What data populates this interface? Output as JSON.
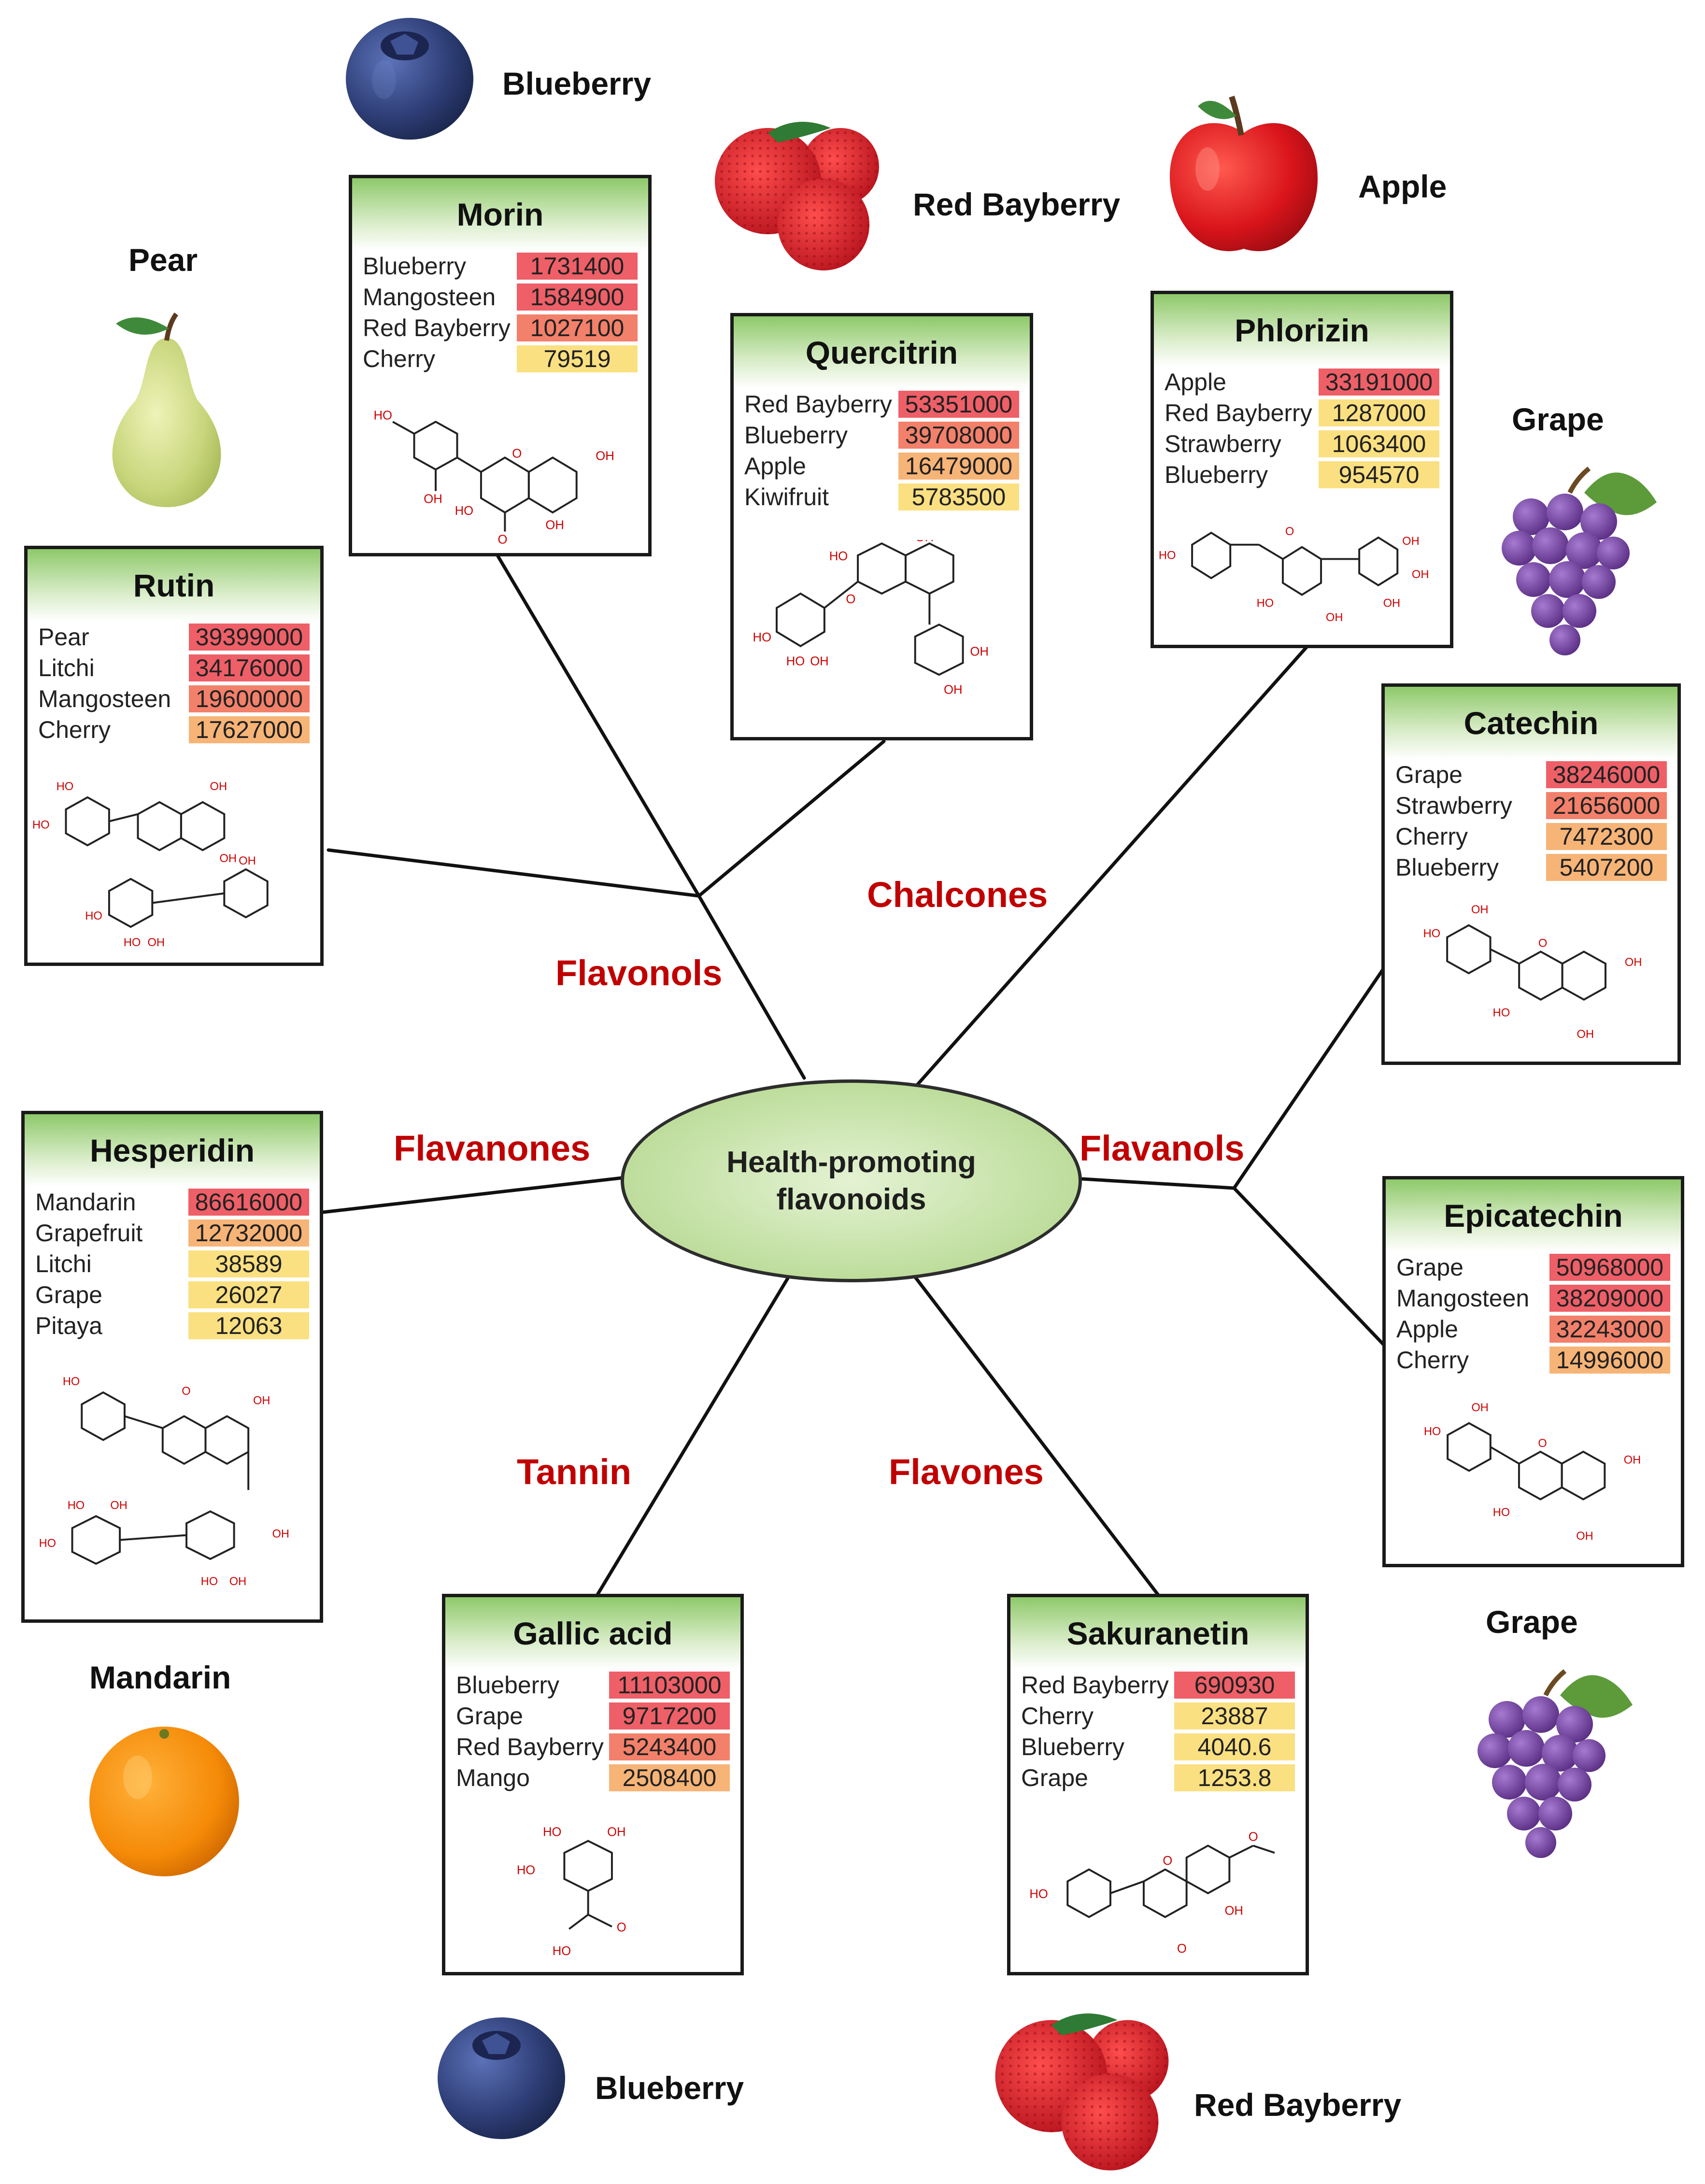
{
  "center_label": {
    "line1": "Health-promoting",
    "line2": "flavonoids"
  },
  "classes": {
    "flavonols": "Flavonols",
    "chalcones": "Chalcones",
    "flavanones": "Flavanones",
    "flavanols": "Flavanols",
    "tannin": "Tannin",
    "flavones": "Flavones"
  },
  "fruit_labels": {
    "blueberry_top": "Blueberry",
    "red_bayberry_top": "Red Bayberry",
    "apple": "Apple",
    "pear": "Pear",
    "grape_top": "Grape",
    "grape_bottom": "Grape",
    "mandarin": "Mandarin",
    "blueberry_bottom": "Blueberry",
    "red_bayberry_bottom": "Red Bayberry"
  },
  "value_colors": {
    "high": "#ee5f67",
    "mid_high": "#f3806a",
    "mid": "#f7b477",
    "low": "#fbe081"
  },
  "compounds": {
    "morin": {
      "title": "Morin",
      "rows": [
        {
          "name": "Blueberry",
          "value": "1731400",
          "level": "high"
        },
        {
          "name": "Mangosteen",
          "value": "1584900",
          "level": "high"
        },
        {
          "name": "Red Bayberry",
          "value": "1027100",
          "level": "mid_high"
        },
        {
          "name": "Cherry",
          "value": "79519",
          "level": "low"
        }
      ]
    },
    "quercitrin": {
      "title": "Quercitrin",
      "rows": [
        {
          "name": "Red Bayberry",
          "value": "53351000",
          "level": "high"
        },
        {
          "name": "Blueberry",
          "value": "39708000",
          "level": "mid_high"
        },
        {
          "name": "Apple",
          "value": "16479000",
          "level": "mid"
        },
        {
          "name": "Kiwifruit",
          "value": "5783500",
          "level": "low"
        }
      ]
    },
    "phlorizin": {
      "title": "Phlorizin",
      "rows": [
        {
          "name": "Apple",
          "value": "33191000",
          "level": "high"
        },
        {
          "name": "Red Bayberry",
          "value": "1287000",
          "level": "low"
        },
        {
          "name": "Strawberry",
          "value": "1063400",
          "level": "low"
        },
        {
          "name": "Blueberry",
          "value": "954570",
          "level": "low"
        }
      ]
    },
    "rutin": {
      "title": "Rutin",
      "rows": [
        {
          "name": "Pear",
          "value": "39399000",
          "level": "high"
        },
        {
          "name": "Litchi",
          "value": "34176000",
          "level": "high"
        },
        {
          "name": "Mangosteen",
          "value": "19600000",
          "level": "mid_high"
        },
        {
          "name": "Cherry",
          "value": "17627000",
          "level": "mid"
        }
      ]
    },
    "catechin": {
      "title": "Catechin",
      "rows": [
        {
          "name": "Grape",
          "value": "38246000",
          "level": "high"
        },
        {
          "name": "Strawberry",
          "value": "21656000",
          "level": "mid_high"
        },
        {
          "name": "Cherry",
          "value": "7472300",
          "level": "mid"
        },
        {
          "name": "Blueberry",
          "value": "5407200",
          "level": "mid"
        }
      ]
    },
    "hesperidin": {
      "title": "Hesperidin",
      "rows": [
        {
          "name": "Mandarin",
          "value": "86616000",
          "level": "high"
        },
        {
          "name": "Grapefruit",
          "value": "12732000",
          "level": "mid"
        },
        {
          "name": "Litchi",
          "value": "38589",
          "level": "low"
        },
        {
          "name": "Grape",
          "value": "26027",
          "level": "low"
        },
        {
          "name": "Pitaya",
          "value": "12063",
          "level": "low"
        }
      ]
    },
    "epicatechin": {
      "title": "Epicatechin",
      "rows": [
        {
          "name": "Grape",
          "value": "50968000",
          "level": "high"
        },
        {
          "name": "Mangosteen",
          "value": "38209000",
          "level": "high"
        },
        {
          "name": "Apple",
          "value": "32243000",
          "level": "mid_high"
        },
        {
          "name": "Cherry",
          "value": "14996000",
          "level": "mid"
        }
      ]
    },
    "gallic_acid": {
      "title": "Gallic acid",
      "rows": [
        {
          "name": "Blueberry",
          "value": "11103000",
          "level": "high"
        },
        {
          "name": "Grape",
          "value": "9717200",
          "level": "high"
        },
        {
          "name": "Red Bayberry",
          "value": "5243400",
          "level": "mid_high"
        },
        {
          "name": "Mango",
          "value": "2508400",
          "level": "mid"
        }
      ]
    },
    "sakuranetin": {
      "title": "Sakuranetin",
      "rows": [
        {
          "name": "Red Bayberry",
          "value": "690930",
          "level": "high"
        },
        {
          "name": "Cherry",
          "value": "23887",
          "level": "low"
        },
        {
          "name": "Blueberry",
          "value": "4040.6",
          "level": "low"
        },
        {
          "name": "Grape",
          "value": "1253.8",
          "level": "low"
        }
      ]
    }
  }
}
